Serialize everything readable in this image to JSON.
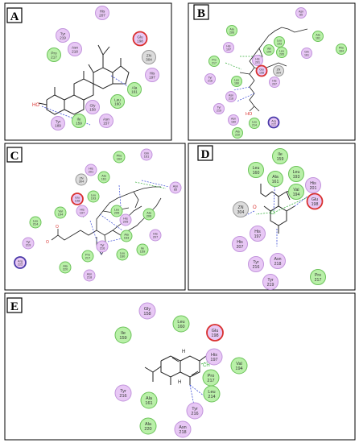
{
  "colors": {
    "hydrophobic_fill": "#b9f0a8",
    "hydrophobic_stroke": "#6cc35a",
    "polar_fill": "#e8c8f5",
    "polar_stroke": "#c295dc",
    "metal_fill": "#dcdcdc",
    "metal_stroke": "#9a9a9a",
    "acidic_stroke": "#d9302e",
    "basic_stroke": "#4a3aa8",
    "hbond_arrow": "#3f4fd8",
    "halogen_line": "#3cb040",
    "oxygen": "#e03030",
    "panel_border": "#000000",
    "bond": "#222222"
  },
  "panels": [
    {
      "letter": "A",
      "residues": [
        {
          "name": "His",
          "num": "207",
          "type": "polar"
        },
        {
          "name": "Tyr",
          "num": "219",
          "type": "polar"
        },
        {
          "name": "Glu",
          "num": "198",
          "type": "acidic"
        },
        {
          "name": "Pro",
          "num": "217",
          "type": "hydrophobic"
        },
        {
          "name": "Asn",
          "num": "218",
          "type": "polar"
        },
        {
          "name": "ZN",
          "num": "304",
          "type": "metal"
        },
        {
          "name": "His",
          "num": "197",
          "type": "polar"
        },
        {
          "name": "Ala",
          "num": "161",
          "type": "hydrophobic"
        },
        {
          "name": "Leu",
          "num": "160",
          "type": "hydrophobic"
        },
        {
          "name": "Gly",
          "num": "158",
          "type": "polar"
        },
        {
          "name": "Ile",
          "num": "159",
          "type": "hydrophobic"
        },
        {
          "name": "Asn",
          "num": "157",
          "type": "polar"
        },
        {
          "name": "Tyr",
          "num": "189",
          "type": "polar"
        }
      ]
    },
    {
      "letter": "B",
      "residues": [
        {
          "name": "Asn",
          "num": "85",
          "type": "polar"
        },
        {
          "name": "Ala",
          "num": "206",
          "type": "hydrophobic"
        },
        {
          "name": "Ala",
          "num": "161",
          "type": "hydrophobic"
        },
        {
          "name": "Leu",
          "num": "193",
          "type": "hydrophobic"
        },
        {
          "name": "Gln",
          "num": "161",
          "type": "polar"
        },
        {
          "name": "His",
          "num": "197",
          "type": "polar"
        },
        {
          "name": "Val",
          "num": "194",
          "type": "hydrophobic"
        },
        {
          "name": "Leu",
          "num": "205",
          "type": "hydrophobic"
        },
        {
          "name": "Phe",
          "num": "164",
          "type": "hydrophobic"
        },
        {
          "name": "Pro",
          "num": "217",
          "type": "hydrophobic"
        },
        {
          "name": "His",
          "num": "201",
          "type": "polar"
        },
        {
          "name": "Glu",
          "num": "198",
          "type": "acidic"
        },
        {
          "name": "ZN",
          "num": "304",
          "type": "metal"
        },
        {
          "name": "Tyr",
          "num": "216",
          "type": "polar"
        },
        {
          "name": "Leu",
          "num": "160",
          "type": "hydrophobic"
        },
        {
          "name": "His",
          "num": "207",
          "type": "polar"
        },
        {
          "name": "Asn",
          "num": "218",
          "type": "polar"
        },
        {
          "name": "Tyr",
          "num": "219",
          "type": "polar"
        },
        {
          "name": "Asn",
          "num": "189",
          "type": "polar"
        },
        {
          "name": "Leu",
          "num": "214",
          "type": "hydrophobic"
        },
        {
          "name": "Arg",
          "num": "222",
          "type": "basic"
        },
        {
          "name": "Ala",
          "num": "220",
          "type": "hydrophobic"
        }
      ]
    },
    {
      "letter": "C",
      "residues": [
        {
          "name": "Phe",
          "num": "164",
          "type": "hydrophobic"
        },
        {
          "name": "Gln",
          "num": "161",
          "type": "polar"
        },
        {
          "name": "His",
          "num": "201",
          "type": "polar"
        },
        {
          "name": "Ala",
          "num": "161",
          "type": "hydrophobic"
        },
        {
          "name": "ZN",
          "num": "304",
          "type": "metal"
        },
        {
          "name": "Asn",
          "num": "85",
          "type": "polar"
        },
        {
          "name": "Glu",
          "num": "198",
          "type": "acidic"
        },
        {
          "name": "Leu",
          "num": "193",
          "type": "hydrophobic"
        },
        {
          "name": "Val",
          "num": "194",
          "type": "hydrophobic"
        },
        {
          "name": "His",
          "num": "197",
          "type": "polar"
        },
        {
          "name": "Leu",
          "num": "214",
          "type": "hydrophobic"
        },
        {
          "name": "Leu",
          "num": "205",
          "type": "hydrophobic"
        },
        {
          "name": "His",
          "num": "205",
          "type": "polar"
        },
        {
          "name": "Ala",
          "num": "206",
          "type": "hydrophobic"
        },
        {
          "name": "Tyr",
          "num": "219",
          "type": "polar"
        },
        {
          "name": "Ala",
          "num": "163",
          "type": "hydrophobic"
        },
        {
          "name": "His",
          "num": "207",
          "type": "polar"
        },
        {
          "name": "Pro",
          "num": "217",
          "type": "hydrophobic"
        },
        {
          "name": "Tyr",
          "num": "216",
          "type": "polar"
        },
        {
          "name": "Leu",
          "num": "160",
          "type": "hydrophobic"
        },
        {
          "name": "Ile",
          "num": "159",
          "type": "hydrophobic"
        },
        {
          "name": "Arg",
          "num": "222",
          "type": "basic"
        },
        {
          "name": "Ala",
          "num": "220",
          "type": "hydrophobic"
        },
        {
          "name": "Asn",
          "num": "218",
          "type": "polar"
        }
      ]
    },
    {
      "letter": "D",
      "residues": [
        {
          "name": "Ile",
          "num": "159",
          "type": "hydrophobic"
        },
        {
          "name": "Leu",
          "num": "160",
          "type": "hydrophobic"
        },
        {
          "name": "Ala",
          "num": "161",
          "type": "hydrophobic"
        },
        {
          "name": "Leu",
          "num": "193",
          "type": "hydrophobic"
        },
        {
          "name": "His",
          "num": "201",
          "type": "polar"
        },
        {
          "name": "Val",
          "num": "194",
          "type": "hydrophobic"
        },
        {
          "name": "Glu",
          "num": "198",
          "type": "acidic"
        },
        {
          "name": "ZN",
          "num": "304",
          "type": "metal"
        },
        {
          "name": "His",
          "num": "197",
          "type": "polar"
        },
        {
          "name": "His",
          "num": "207",
          "type": "polar"
        },
        {
          "name": "Tyr",
          "num": "216",
          "type": "polar"
        },
        {
          "name": "Asn",
          "num": "218",
          "type": "polar"
        },
        {
          "name": "Pro",
          "num": "217",
          "type": "hydrophobic"
        },
        {
          "name": "Tyr",
          "num": "219",
          "type": "polar"
        }
      ]
    },
    {
      "letter": "E",
      "residues": [
        {
          "name": "Gly",
          "num": "158",
          "type": "polar"
        },
        {
          "name": "Leu",
          "num": "160",
          "type": "hydrophobic"
        },
        {
          "name": "Ile",
          "num": "159",
          "type": "hydrophobic"
        },
        {
          "name": "Glu",
          "num": "198",
          "type": "acidic"
        },
        {
          "name": "His",
          "num": "197",
          "type": "polar"
        },
        {
          "name": "Val",
          "num": "194",
          "type": "hydrophobic"
        },
        {
          "name": "Pro",
          "num": "217",
          "type": "hydrophobic"
        },
        {
          "name": "Tyr",
          "num": "216",
          "type": "polar"
        },
        {
          "name": "Leu",
          "num": "214",
          "type": "hydrophobic"
        },
        {
          "name": "Ala",
          "num": "161",
          "type": "hydrophobic"
        },
        {
          "name": "Tyr",
          "num": "216",
          "type": "polar"
        },
        {
          "name": "Ala",
          "num": "220",
          "type": "hydrophobic"
        },
        {
          "name": "Asn",
          "num": "218",
          "type": "polar"
        }
      ]
    }
  ]
}
